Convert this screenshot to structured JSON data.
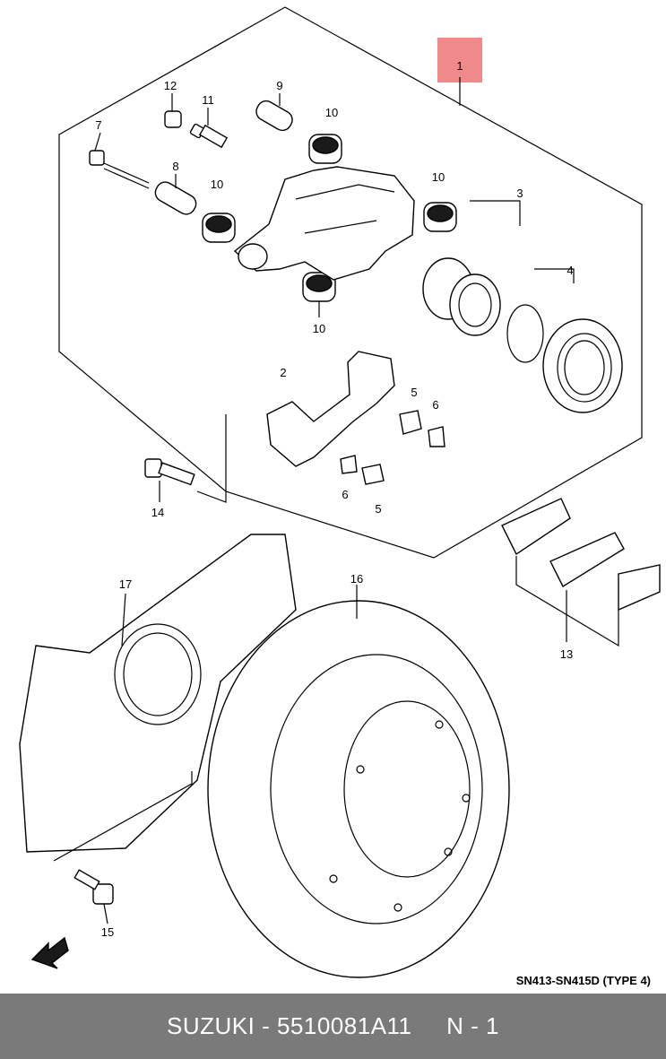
{
  "diagram": {
    "highlight_color": "#f08a8a",
    "callouts": {
      "c1": "1",
      "c2": "2",
      "c3": "3",
      "c4": "4",
      "c5a": "5",
      "c5b": "5",
      "c6a": "6",
      "c6b": "6",
      "c7": "7",
      "c8": "8",
      "c9": "9",
      "c10a": "10",
      "c10b": "10",
      "c10c": "10",
      "c10d": "10",
      "c11": "11",
      "c12": "12",
      "c13": "13",
      "c14": "14",
      "c15": "15",
      "c16": "16",
      "c17": "17"
    },
    "model_code": "SN413-SN415D (TYPE 4)"
  },
  "footer": {
    "brand": "SUZUKI",
    "separator": "-",
    "part_number": "5510081A11",
    "page": "N - 1"
  }
}
